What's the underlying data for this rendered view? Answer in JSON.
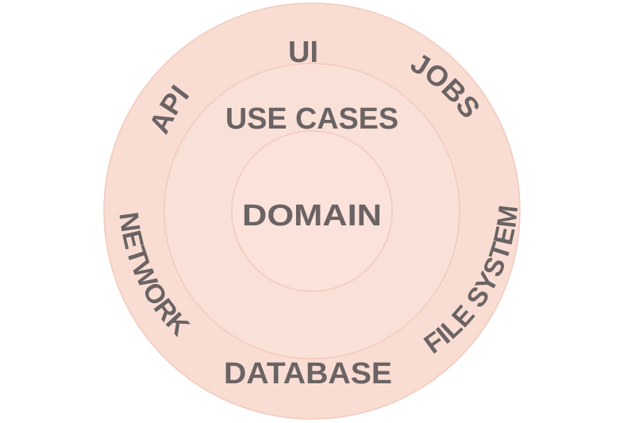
{
  "diagram": {
    "rings": {
      "outer_fill": "#f9ddd3",
      "mid_fill": "#fae1d8",
      "inner_fill": "#fbe3db",
      "ring_stroke": "#f2c9bd"
    },
    "outer_labels": {
      "ui": "UI",
      "jobs": "JOBS",
      "api": "API",
      "network": "NETWORK",
      "file_system": "FILE SYSTEM",
      "database": "DATABASE"
    },
    "middle_label": "USE CASES",
    "core_label": "DOMAIN",
    "text_color": "#6b6364"
  }
}
